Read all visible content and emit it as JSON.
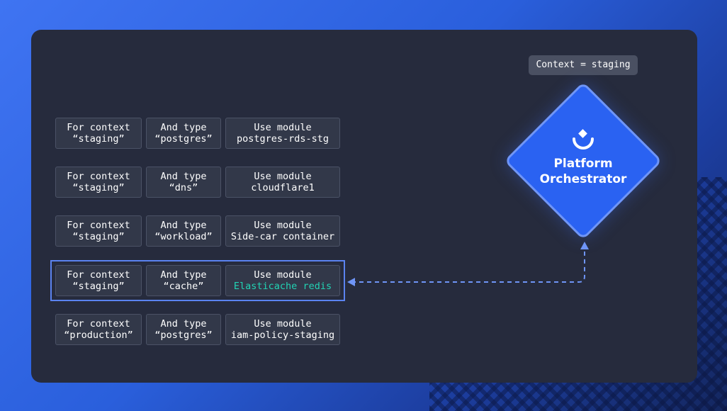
{
  "context_badge": "Context = staging",
  "orchestrator": {
    "line1": "Platform",
    "line2": "Orchestrator",
    "logo_icon": "humanitec-logo-icon"
  },
  "rules": [
    {
      "context_label": "For context",
      "context": "“staging”",
      "type_label": "And type",
      "type": "“postgres”",
      "module_label": "Use module",
      "module": "postgres-rds-stg",
      "highlight": false
    },
    {
      "context_label": "For context",
      "context": "“staging”",
      "type_label": "And type",
      "type": "“dns”",
      "module_label": "Use module",
      "module": "cloudflare1",
      "highlight": false
    },
    {
      "context_label": "For context",
      "context": "“staging”",
      "type_label": "And type",
      "type": "“workload”",
      "module_label": "Use module",
      "module": "Side-car container",
      "highlight": false
    },
    {
      "context_label": "For context",
      "context": "“staging”",
      "type_label": "And type",
      "type": "“cache”",
      "module_label": "Use module",
      "module": "Elasticache redis",
      "highlight": true
    },
    {
      "context_label": "For context",
      "context": "“production”",
      "type_label": "And type",
      "type": "“postgres”",
      "module_label": "Use module",
      "module": "iam-policy-staging",
      "highlight": false
    }
  ],
  "colors": {
    "accent": "#2a62f2",
    "highlight_text": "#22d3b4",
    "connector": "#6f95f7"
  }
}
